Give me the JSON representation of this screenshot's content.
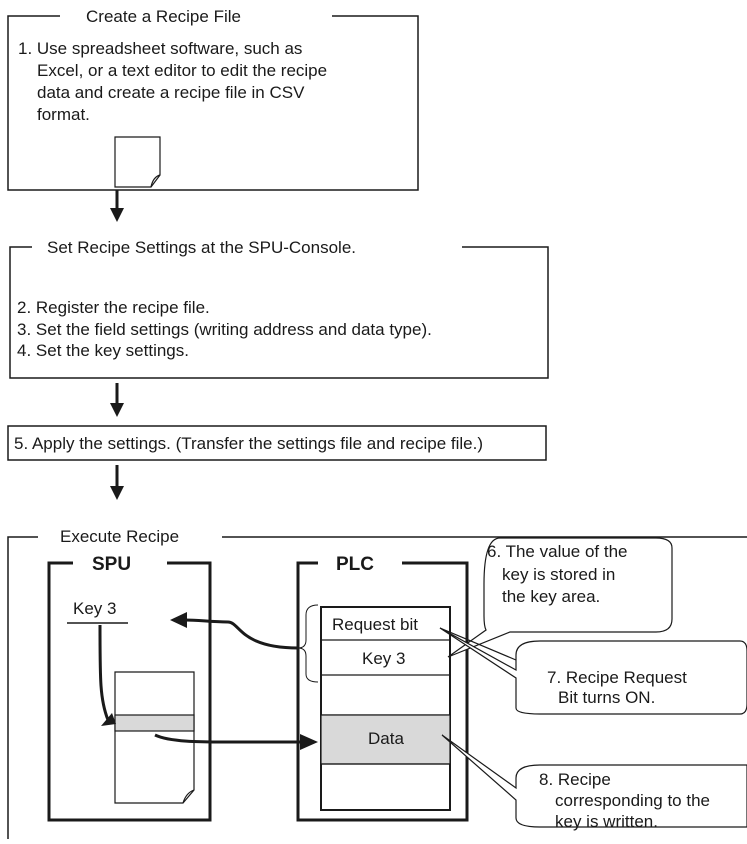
{
  "section1": {
    "title": "Create a Recipe File",
    "text_lines": [
      "1. Use spreadsheet software, such as",
      "Excel, or a text editor to edit the recipe",
      "data and create a recipe file in CSV",
      "format."
    ]
  },
  "section2": {
    "title": "Set Recipe Settings at the SPU-Console.",
    "steps": [
      "2. Register the recipe file.",
      "3. Set the field settings (writing address and data type).",
      "4. Set the key settings."
    ]
  },
  "section3": {
    "text": "5. Apply the settings. (Transfer the settings file and recipe file.)"
  },
  "section4": {
    "title": "Execute Recipe",
    "spu": {
      "title": "SPU",
      "key_label": "Key 3"
    },
    "plc": {
      "title": "PLC",
      "request_bit": "Request bit",
      "key": "Key 3",
      "data": "Data"
    },
    "callouts": {
      "c6": [
        "6. The value of the",
        "key is stored in",
        "the key area."
      ],
      "c7": [
        "7. Recipe Request",
        "Bit turns ON."
      ],
      "c8": [
        "8. Recipe",
        "corresponding to the",
        "key is written."
      ]
    }
  }
}
